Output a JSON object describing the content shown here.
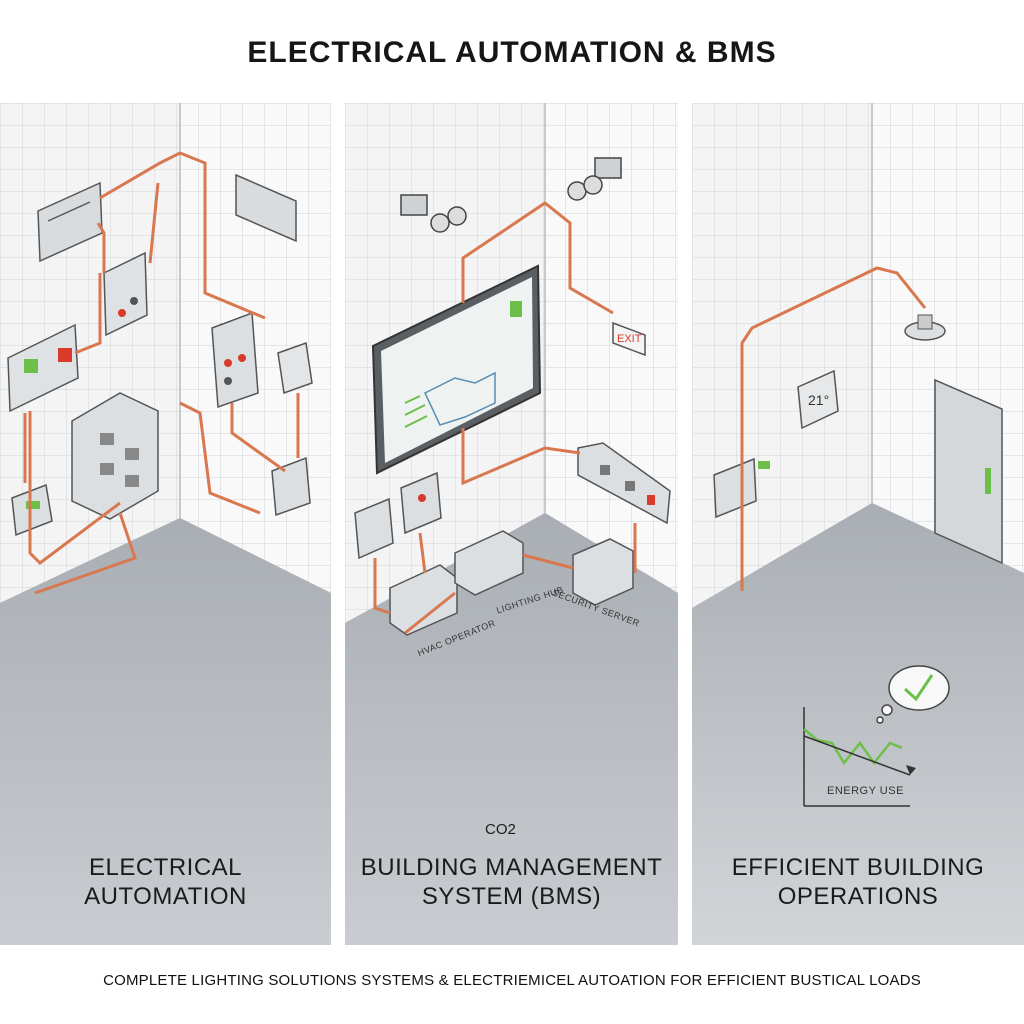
{
  "title": "ELECTRICAL AUTOMATION & BMS",
  "panels": [
    {
      "caption_line1": "ELECTRICAL",
      "caption_line2": "AUTOMATION"
    },
    {
      "caption_line1": "BUILDING MANAGEMENT",
      "caption_line2": "SYSTEM (BMS)",
      "extra_label": "CO2",
      "equipment_labels": [
        "HVAC OPERATOR",
        "LIGHTING HUB",
        "SECURITY SERVER"
      ],
      "exit_sign": "EXIT"
    },
    {
      "caption_line1": "EFFICIENT BUILDING",
      "caption_line2": "OPERATIONS",
      "thermostat": "21°",
      "chart_label": "ENERGY USE"
    }
  ],
  "footer": "COMPLETE LIGHTING SOLUTIONS SYSTEMS & ELECTRIEMICEL AUTOATION FOR EFFICIENT BUSTICAL LOADS",
  "colors": {
    "conduit": "#d9774f",
    "floor": "#c2c6cb",
    "wall": "#f5f5f5",
    "grid": "#cfd3d6",
    "accent_green": "#6cc04a",
    "accent_red": "#d83b2b"
  }
}
